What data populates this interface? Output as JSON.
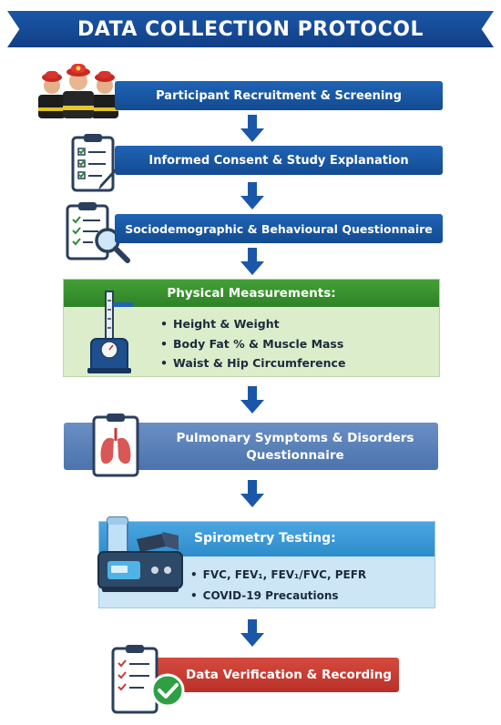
{
  "title": "DATA COLLECTION PROTOCOL",
  "steps": {
    "recruitment": "Participant Recruitment & Screening",
    "consent": "Informed Consent & Study Explanation",
    "questionnaire": "Sociodemographic & Behavioural Questionnaire",
    "physical": {
      "title": "Physical Measurements:",
      "items": [
        "Height & Weight",
        "Body Fat % & Muscle Mass",
        "Waist & Hip Circumference"
      ]
    },
    "pulmonary": {
      "line1": "Pulmonary Symptoms & Disorders",
      "line2": "Questionnaire"
    },
    "spirometry": {
      "title": "Spirometry Testing:",
      "items": [
        "FVC, FEV₁, FEV₁/FVC, PEFR",
        "COVID-19 Precautions"
      ]
    },
    "verification": "Data Verification & Recording"
  },
  "colors": {
    "title_blue": "#1a57a8",
    "step_blue": "#1f63b5",
    "physical_green": "#43a036",
    "physical_bg": "#dcedcb",
    "pulmonary_blue": "#5a82ba",
    "spirometry_blue": "#3a9ad6",
    "spirometry_bg": "#cde6f6",
    "verification_red": "#c93c32"
  },
  "icons": [
    "firefighters-icon",
    "clipboard-checklist-icon",
    "clipboard-magnifier-icon",
    "height-scale-icon",
    "lungs-clipboard-icon",
    "spirometer-icon",
    "clipboard-checkmark-icon",
    "arrow-down-icon"
  ]
}
